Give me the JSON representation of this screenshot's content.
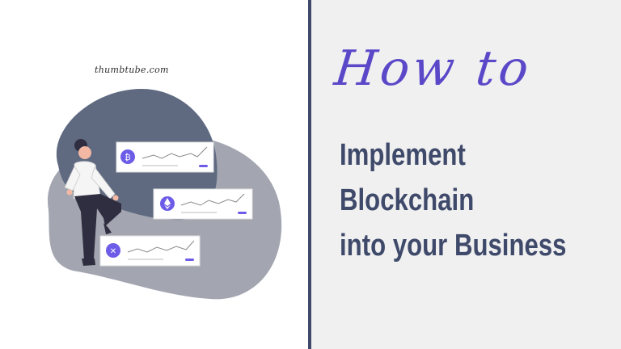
{
  "brand": {
    "site": "thumbtube.com"
  },
  "heading": {
    "kicker": "How to",
    "lines": [
      "Implement",
      "Blockchain",
      "into your Business"
    ]
  },
  "cards": [
    {
      "coin_icon": "bitcoin-icon",
      "glyph": "₿"
    },
    {
      "coin_icon": "ethereum-icon",
      "glyph": ""
    },
    {
      "coin_icon": "ripple-icon",
      "glyph": "✕"
    }
  ],
  "colors": {
    "accent": "#5a48c8",
    "navy": "#3f4a6b",
    "blob_dark": "#5f6a81",
    "blob_light": "#a3a6b0",
    "coin": "#6c5ce7"
  }
}
